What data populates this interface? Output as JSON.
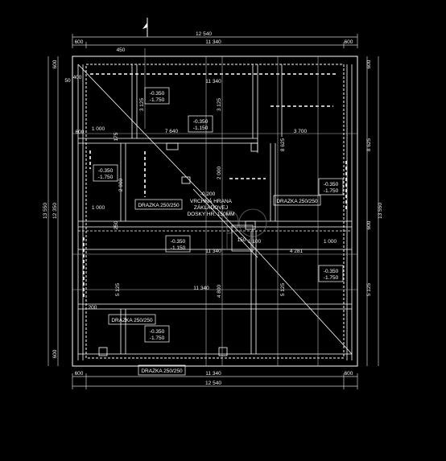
{
  "dimensions": {
    "top_total": "12 540",
    "top_mid": "11 340",
    "top_left": "600",
    "top_right": "600",
    "top_small": "450",
    "bottom_total": "12 540",
    "bottom_mid": "11 340",
    "bottom_left": "600",
    "bottom_right": "600",
    "left_total": "13 550",
    "left_inner": "12 350",
    "left_top": "600",
    "left_bottom": "600",
    "right_total": "13 550",
    "right_top": "600",
    "right_mid": "600",
    "right_a": "8 625",
    "right_b": "5 125"
  },
  "interior_dims": {
    "d11340_a": "11 340",
    "d11340_b": "11 340",
    "d11340_c": "11 340",
    "d7640": "7 640",
    "d3700": "3 700",
    "d1000_a": "1 000",
    "d1000_b": "1 000",
    "d1000_c": "1 000",
    "d4281": "4 281",
    "d4800": "4 800",
    "d3125_a": "3 125",
    "d3125_b": "3 125",
    "d2900": "2 900",
    "d2000": "2 000",
    "d8625": "8 625",
    "d5125_a": "5 125",
    "d5125_b": "5 125",
    "d600": "600",
    "d400": "400",
    "d200": "200",
    "d250": "250",
    "d175": "175",
    "d50": "50",
    "d1100": "1 100",
    "d150": "150"
  },
  "levels": {
    "a1": "-0.350",
    "a2": "-1.750",
    "b1": "-0.350",
    "b2": "-1.150",
    "c1": "-0.350",
    "c2": "-1.750",
    "d1": "-0.350",
    "d2": "-1.750",
    "e1": "-0.350",
    "e2": "-1.150",
    "f1": "-0.350",
    "f2": "-1.750",
    "g1": "-0.350",
    "g2": "-1.750"
  },
  "labels": {
    "drazka_a": "DRAZKA 250/250",
    "drazka_b": "DRAZKA 250/250",
    "drazka_c": "DRAZKA 250/250",
    "drazka_d": "DRAZKA 250/250",
    "note_level": "-0.200",
    "note_l1": "VRCHNÁ HRANA",
    "note_l2": "ZÁKLADOVEJ",
    "note_l3": "DOSKY HR. 150MM"
  }
}
